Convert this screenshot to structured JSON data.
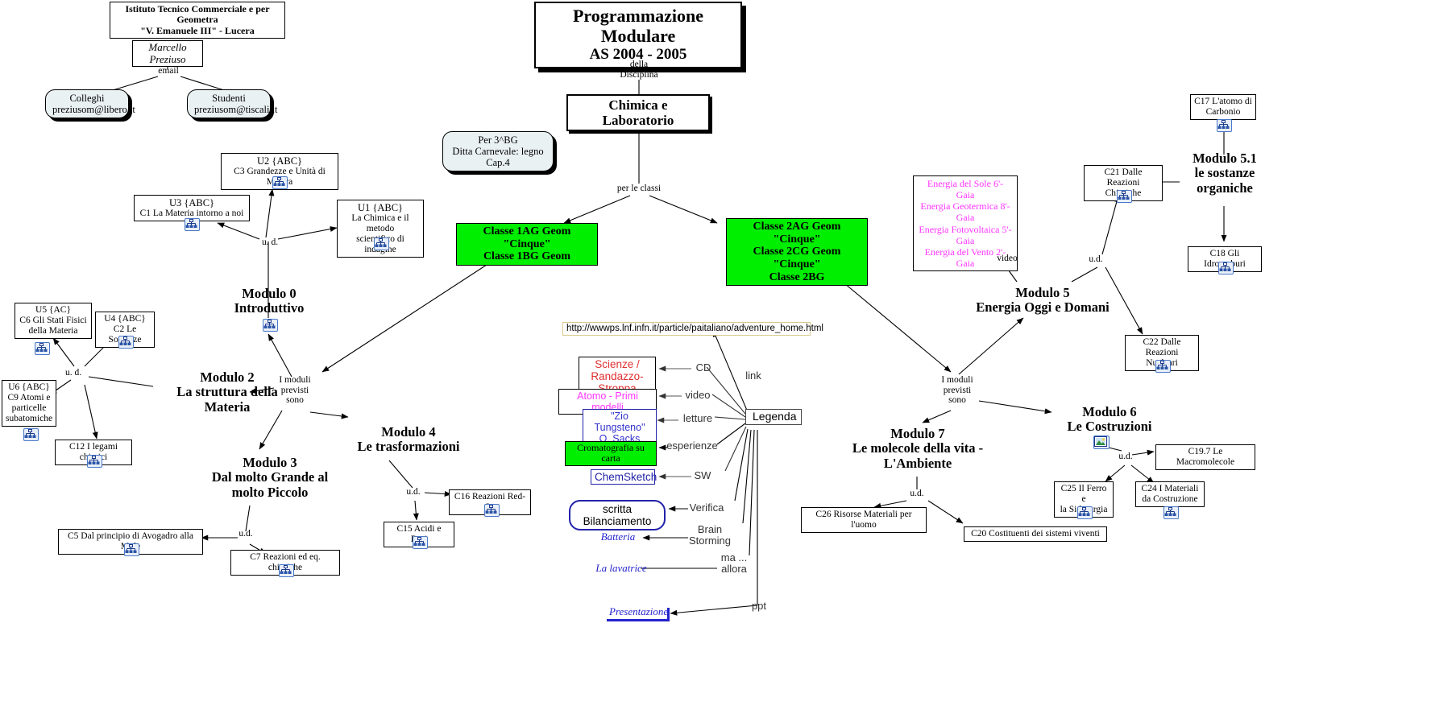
{
  "header": {
    "institute": "Istituto Tecnico Commerciale e per Geometra\n\"V. Emanuele III\" - Lucera",
    "institute_line1": "Istituto Tecnico Commerciale e per Geometra",
    "institute_line2": "\"V. Emanuele III\" - Lucera",
    "author": "Marcello Preziuso",
    "email_label": "email",
    "colleghi_line1": "Colleghi",
    "colleghi_line2": "preziusom@libero.it",
    "studenti_line1": "Studenti",
    "studenti_line2": "preziusom@tiscali.it"
  },
  "title": {
    "line1": "Programmazione Modulare",
    "line2": "AS 2004 - 2005",
    "della_disciplina_l1": "della",
    "della_disciplina_l2": "Disciplina",
    "subject": "Chimica e Laboratorio",
    "per_le_classi": "per le classi"
  },
  "note": {
    "line1": "Per 3^BG",
    "line2": "Ditta Carnevale: legno Cap.4"
  },
  "classes": {
    "left_l1": "Classe 1AG Geom \"Cinque\"",
    "left_l2": "Classe 1BG Geom",
    "right_l1": "Classe 2AG Geom \"Cinque\"",
    "right_l2": "Classe 2CG Geom \"Cinque\"",
    "right_l3": "Classe 2BG"
  },
  "connectors": {
    "i_moduli_previsti_sono_l1": "I moduli",
    "i_moduli_previsti_sono_l2": "previsti",
    "i_moduli_previsti_sono_l3": "sono",
    "ud_spaced": "u. d.",
    "ud": "u.d.",
    "video": "video",
    "link": "link"
  },
  "modules": {
    "m0_l1": "Modulo 0",
    "m0_l2": "Introduttivo",
    "m2_l1": "Modulo 2",
    "m2_l2": "La struttura della",
    "m2_l3": "Materia",
    "m3_l1": "Modulo 3",
    "m3_l2": "Dal molto Grande al",
    "m3_l3": "molto Piccolo",
    "m4_l1": "Modulo 4",
    "m4_l2": "Le trasformazioni",
    "m5_l1": "Modulo 5",
    "m5_l2": "Energia Oggi e Domani",
    "m51_l1": "Modulo 5.1",
    "m51_l2": "le sostanze",
    "m51_l3": "organiche",
    "m6_l1": "Modulo 6",
    "m6_l2": "Le Costruzioni",
    "m7_l1": "Modulo 7",
    "m7_l2": "Le molecole della vita -",
    "m7_l3": "L'Ambiente"
  },
  "units": {
    "u1_l1": "U1 {ABC}",
    "u1_l2": "La Chimica e il metodo",
    "u1_l3": "scientifico di indagine",
    "u2_l1": "U2 {ABC}",
    "u2_l2": "C3 Grandezze e Unità di Misura",
    "u3_l1": "U3 {ABC}",
    "u3_l2": "C1 La Materia intorno a noi",
    "u4_l1": "U4 {ABC}",
    "u4_l2": "C2 Le Sostanze",
    "u5_l1": "U5 {AC}",
    "u5_l2": "C6 Gli Stati Fisici",
    "u5_l3": "della Materia",
    "u6_l1": "U6 {ABC}",
    "u6_l2": "C9 Atomi e",
    "u6_l3": "particelle",
    "u6_l4": "subatomiche"
  },
  "concepts": {
    "c5": "C5 Dal principio di Avogadro alla Mole",
    "c7": "C7 Reazioni ed eq. chimiche",
    "c12": "C12 I legami chimici",
    "c15": "C15 Acidi e Basi",
    "c16": "C16 Reazioni Red-Ox",
    "c17_l1": "C17 L'atomo di",
    "c17_l2": "Carbonio",
    "c18": "C18 Gli Idrocarburi",
    "c19": "C19.7 Le Macromolecole",
    "c20": "C20 Costituenti dei sistemi viventi",
    "c21_l1": "C21 Dalle Reazioni",
    "c21_l2": "Chimiche",
    "c22_l1": "C22 Dalle Reazioni",
    "c22_l2": "Nucleari",
    "c24_l1": "C24 I Materiali",
    "c24_l2": "da Costruzione",
    "c25_l1": "C25 Il Ferro e",
    "c25_l2": "la Siderurgia",
    "c26": "C26 Risorse Materiali per l'uomo"
  },
  "energia": {
    "l1": "Energia del Sole 6'- Gaia",
    "l2": "Energia Geotermica 8'- Gaia",
    "l3": "Energia Fotovoltaica 5'- Gaia",
    "l4": "Energia del Vento 2'- Gaia"
  },
  "legend": {
    "title": "Legenda",
    "url": "http://wwwps.lnf.infn.it/particle/paitaliano/adventure_home.html",
    "items": [
      {
        "label": "link",
        "target": "url"
      },
      {
        "label": "CD",
        "target": "Scienze / Randazzo-Stroppa"
      },
      {
        "label": "video",
        "target": "Atomo - Primi modelli"
      },
      {
        "label": "letture",
        "target": "\"Zio Tungsteno\" O. Sacks"
      },
      {
        "label": "esperienze",
        "target": "Cromatografia su carta"
      },
      {
        "label": "SW",
        "target": "ChemSketch"
      },
      {
        "label": "Verifica",
        "target": "scritta Bilanciamento"
      },
      {
        "label": "Brain Storming",
        "target": "Batteria"
      },
      {
        "label": "ma ... allora",
        "target": "La lavatrice"
      },
      {
        "label": "ppt",
        "target": "Presentazione"
      }
    ],
    "cd_l1": "Scienze /",
    "cd_l2": "Randazzo-Stroppa",
    "video_target": "Atomo - Primi modelli",
    "letture_l1": "\"Zio Tungsteno\"",
    "letture_l2": "O. Sacks",
    "esperienze_target": "Cromatografia su carta",
    "sw_target": "ChemSketch",
    "verifica_target": "scritta Bilanciamento",
    "brainstorming_target": "Batteria",
    "maallora_target": "La lavatrice",
    "ppt_target": "Presentazione",
    "lbl_link": "link",
    "lbl_cd": "CD",
    "lbl_video": "video",
    "lbl_letture": "letture",
    "lbl_esperienze": "esperienze",
    "lbl_sw": "SW",
    "lbl_verifica": "Verifica",
    "lbl_brain_l1": "Brain",
    "lbl_brain_l2": "Storming",
    "lbl_ma_l1": "ma ...",
    "lbl_ma_l2": "allora",
    "lbl_ppt": "ppt"
  },
  "colors": {
    "green_highlight": "#00ee00",
    "magenta": "#ff33ff",
    "red": "#e03030",
    "blue": "#3333cc",
    "url_border": "#d8c98a",
    "icon_border": "#4a78c8"
  },
  "icons": {
    "resource": "hierarchy-icon",
    "picture": "picture-icon"
  }
}
